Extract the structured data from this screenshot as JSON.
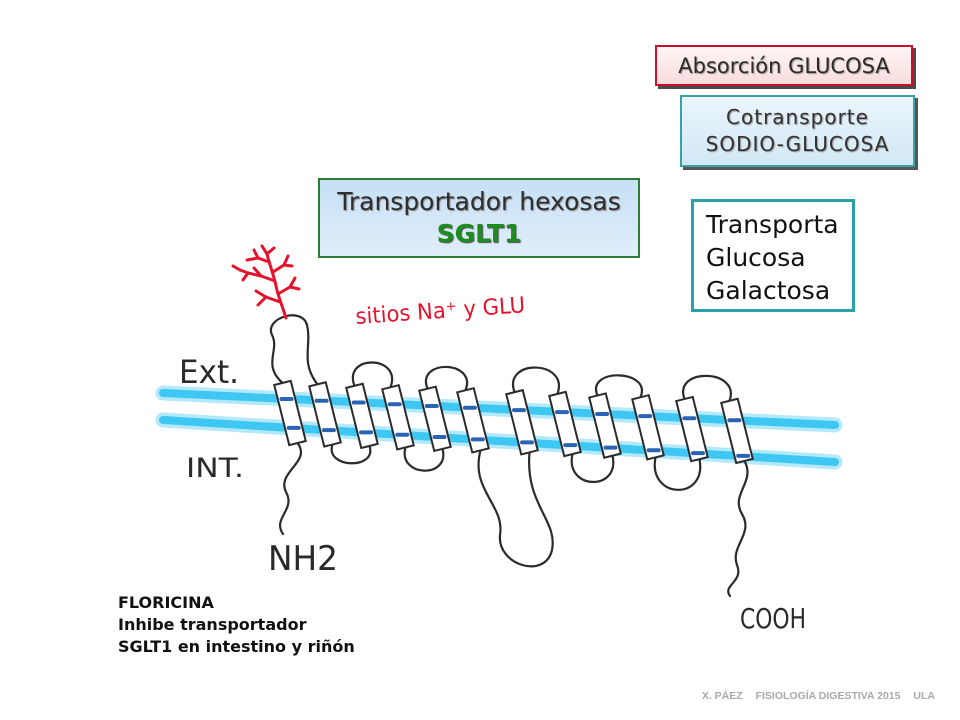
{
  "boxes": {
    "absorption": "Absorción GLUCOSA",
    "cotransport": [
      "Cotransporte",
      "SODIO-GLUCOSA"
    ],
    "transporter": {
      "title": "Transportador hexosas",
      "name": "SGLT1"
    },
    "transports": [
      "Transporta",
      "Glucosa",
      "Galactosa"
    ]
  },
  "diagram": {
    "sites_label": "sitios Na⁺ y GLU",
    "ext_label": "Ext.",
    "int_label": "INT.",
    "n_terminus": "NH2",
    "c_terminus": "COOH"
  },
  "note": {
    "title": "FLORICINA",
    "lines": [
      "Inhibe transportador",
      "SGLT1 en intestino y riñón"
    ]
  },
  "footer": {
    "author": "X. PÁEZ",
    "course": "FISIOLOGÍA DIGESTIVA 2015",
    "org": "ULA"
  },
  "colors": {
    "absorption_border": "#c8102e",
    "cotransport_border": "#38a3a6",
    "transporter_border": "#2e7d32",
    "sglt1_text": "#1e8c1e",
    "transports_border": "#2aa0a8",
    "membrane": "#3ec7f3",
    "membrane_glow": "#b3e9fb",
    "membrane_in_helix": "#2a63b4",
    "protein_line": "#2b2b2b",
    "glycan": "#e3132c",
    "sites_label": "#e3132c",
    "footer_text": "#a9a9a9"
  }
}
